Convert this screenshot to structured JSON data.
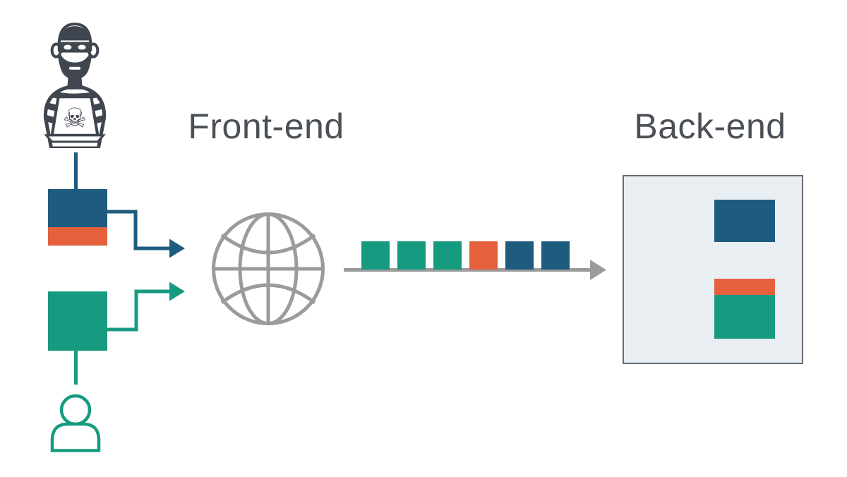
{
  "labels": {
    "front": "Front-end",
    "back": "Back-end"
  },
  "colors": {
    "blue": "#1d5c7e",
    "orange": "#e5613d",
    "teal": "#169b80",
    "gray": "#9b9b9b",
    "dark": "#40464f",
    "text": "#4b5057",
    "boxfill": "#e9eef3",
    "boxborder": "#666c73"
  },
  "icons": {
    "attacker": "hacker-at-laptop-with-skull-icon",
    "user": "person-outline-icon",
    "network": "globe-wireframe-icon"
  },
  "frontend": {
    "attacker_request": {
      "top": "blue",
      "bottom": "orange"
    },
    "user_request": {
      "fill": "teal"
    }
  },
  "stream": {
    "blocks": [
      "teal",
      "teal",
      "teal",
      "orange",
      "blue",
      "blue"
    ],
    "direction": "right"
  },
  "backend": {
    "response_blue": {
      "fill": "blue"
    },
    "response_mixed": {
      "top": "orange",
      "bottom": "teal"
    }
  }
}
